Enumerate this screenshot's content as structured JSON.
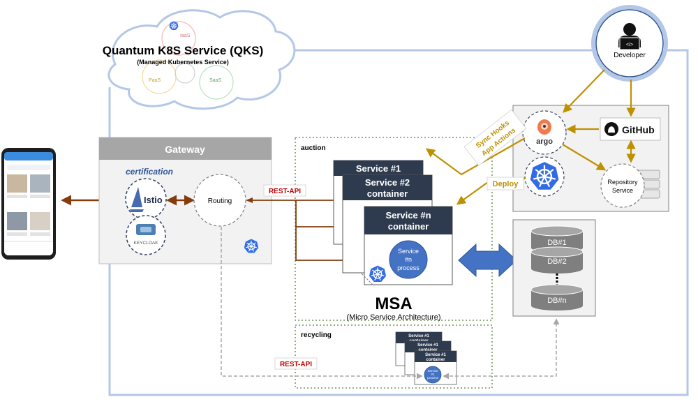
{
  "cloud": {
    "title": "Quantum K8S Service (QKS)",
    "subtitle": "(Managed Kubernetes Service)",
    "layers": [
      "IaaS",
      "PaaS",
      "SaaS"
    ]
  },
  "gateway": {
    "title": "Gateway",
    "certification_label": "certification",
    "istio_label": "Istio",
    "keycloak_label": "KEYCLOAK",
    "routing_label": "Routing"
  },
  "connectors": {
    "rest_api_top": "REST-API",
    "rest_api_bottom": "REST-API",
    "sync_hooks": "Sync Hooks",
    "app_actions": "App Actions",
    "deploy": "Deploy"
  },
  "auction": {
    "label": "auction",
    "services": [
      {
        "line1": "Service #1",
        "line2": ""
      },
      {
        "line1": "Service #2",
        "line2": "container"
      },
      {
        "line1": "Service #n",
        "line2": "container"
      }
    ],
    "process": {
      "line1": "Service",
      "line2": "#n",
      "line3": "process"
    }
  },
  "msa": {
    "title": "MSA",
    "subtitle": "(Micro Service Architecture)"
  },
  "recycling": {
    "label": "recycling",
    "services": [
      {
        "line1": "Service #1",
        "line2": "container"
      },
      {
        "line1": "Service #1",
        "line2": "container"
      },
      {
        "line1": "Service #1",
        "line2": "container"
      }
    ],
    "process": {
      "line1": "Service",
      "line2": "#1",
      "line3": "process"
    }
  },
  "devops": {
    "developer_label": "Developer",
    "argo_label": "argo",
    "github_label": "GitHub",
    "repository_line1": "Repository",
    "repository_line2": "Service"
  },
  "databases": [
    {
      "label": "DB#1"
    },
    {
      "label": "DB#2"
    },
    {
      "label": "DB#n"
    }
  ],
  "colors": {
    "frame": "#b4c7e7",
    "arrow_brown": "#843c0c",
    "arrow_gold": "#bf9000",
    "dark_header": "#2e3a4e",
    "k8s_blue": "#326ce5",
    "green_dash": "#548235",
    "db_gray": "#7f7f7f"
  }
}
